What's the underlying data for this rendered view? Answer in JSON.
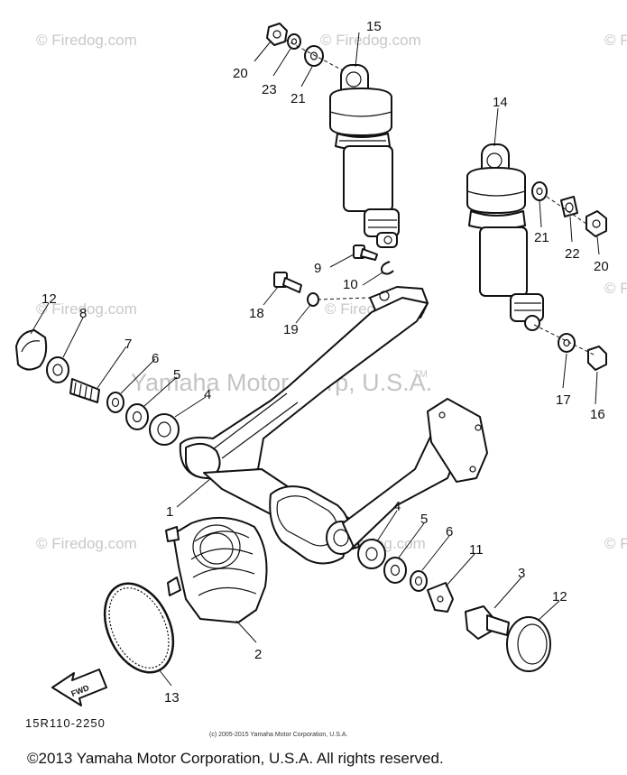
{
  "watermarks": {
    "site": "© Firedog.com",
    "brand": "Yamaha Motor Corp, U.S.A.",
    "tm": "TM"
  },
  "callouts": [
    {
      "id": "15",
      "part": "rear-shock-left"
    },
    {
      "id": "14",
      "part": "rear-shock-right"
    },
    {
      "id": "20",
      "part": "nut-left"
    },
    {
      "id": "23",
      "part": "washer-left-small"
    },
    {
      "id": "21",
      "part": "washer-left"
    },
    {
      "id": "21",
      "part": "washer-right"
    },
    {
      "id": "22",
      "part": "collar-right"
    },
    {
      "id": "20",
      "part": "nut-right"
    },
    {
      "id": "9",
      "part": "bolt-9"
    },
    {
      "id": "10",
      "part": "clip-10"
    },
    {
      "id": "18",
      "part": "bolt-18"
    },
    {
      "id": "19",
      "part": "washer-19"
    },
    {
      "id": "12",
      "part": "cap-left"
    },
    {
      "id": "8",
      "part": "bushing-8"
    },
    {
      "id": "7",
      "part": "pivot-shaft-7"
    },
    {
      "id": "6",
      "part": "collar-6-left"
    },
    {
      "id": "5",
      "part": "washer-5-left"
    },
    {
      "id": "4",
      "part": "bearing-4-left"
    },
    {
      "id": "17",
      "part": "washer-17"
    },
    {
      "id": "16",
      "part": "nut-16"
    },
    {
      "id": "1",
      "part": "swingarm"
    },
    {
      "id": "4",
      "part": "bearing-4-right"
    },
    {
      "id": "5",
      "part": "washer-5-right"
    },
    {
      "id": "6",
      "part": "collar-6-right"
    },
    {
      "id": "11",
      "part": "plate-11"
    },
    {
      "id": "3",
      "part": "pivot-bolt-3"
    },
    {
      "id": "12",
      "part": "cap-right"
    },
    {
      "id": "2",
      "part": "boot-2"
    },
    {
      "id": "13",
      "part": "oring-13"
    }
  ],
  "fwd_label": "FWD",
  "ref_code": "15R110-2250",
  "copyright_small": "(c) 2005-2015 Yamaha Motor Corporation, U.S.A.",
  "copyright_main": "©2013 Yamaha Motor Corporation, U.S.A. All rights reserved."
}
